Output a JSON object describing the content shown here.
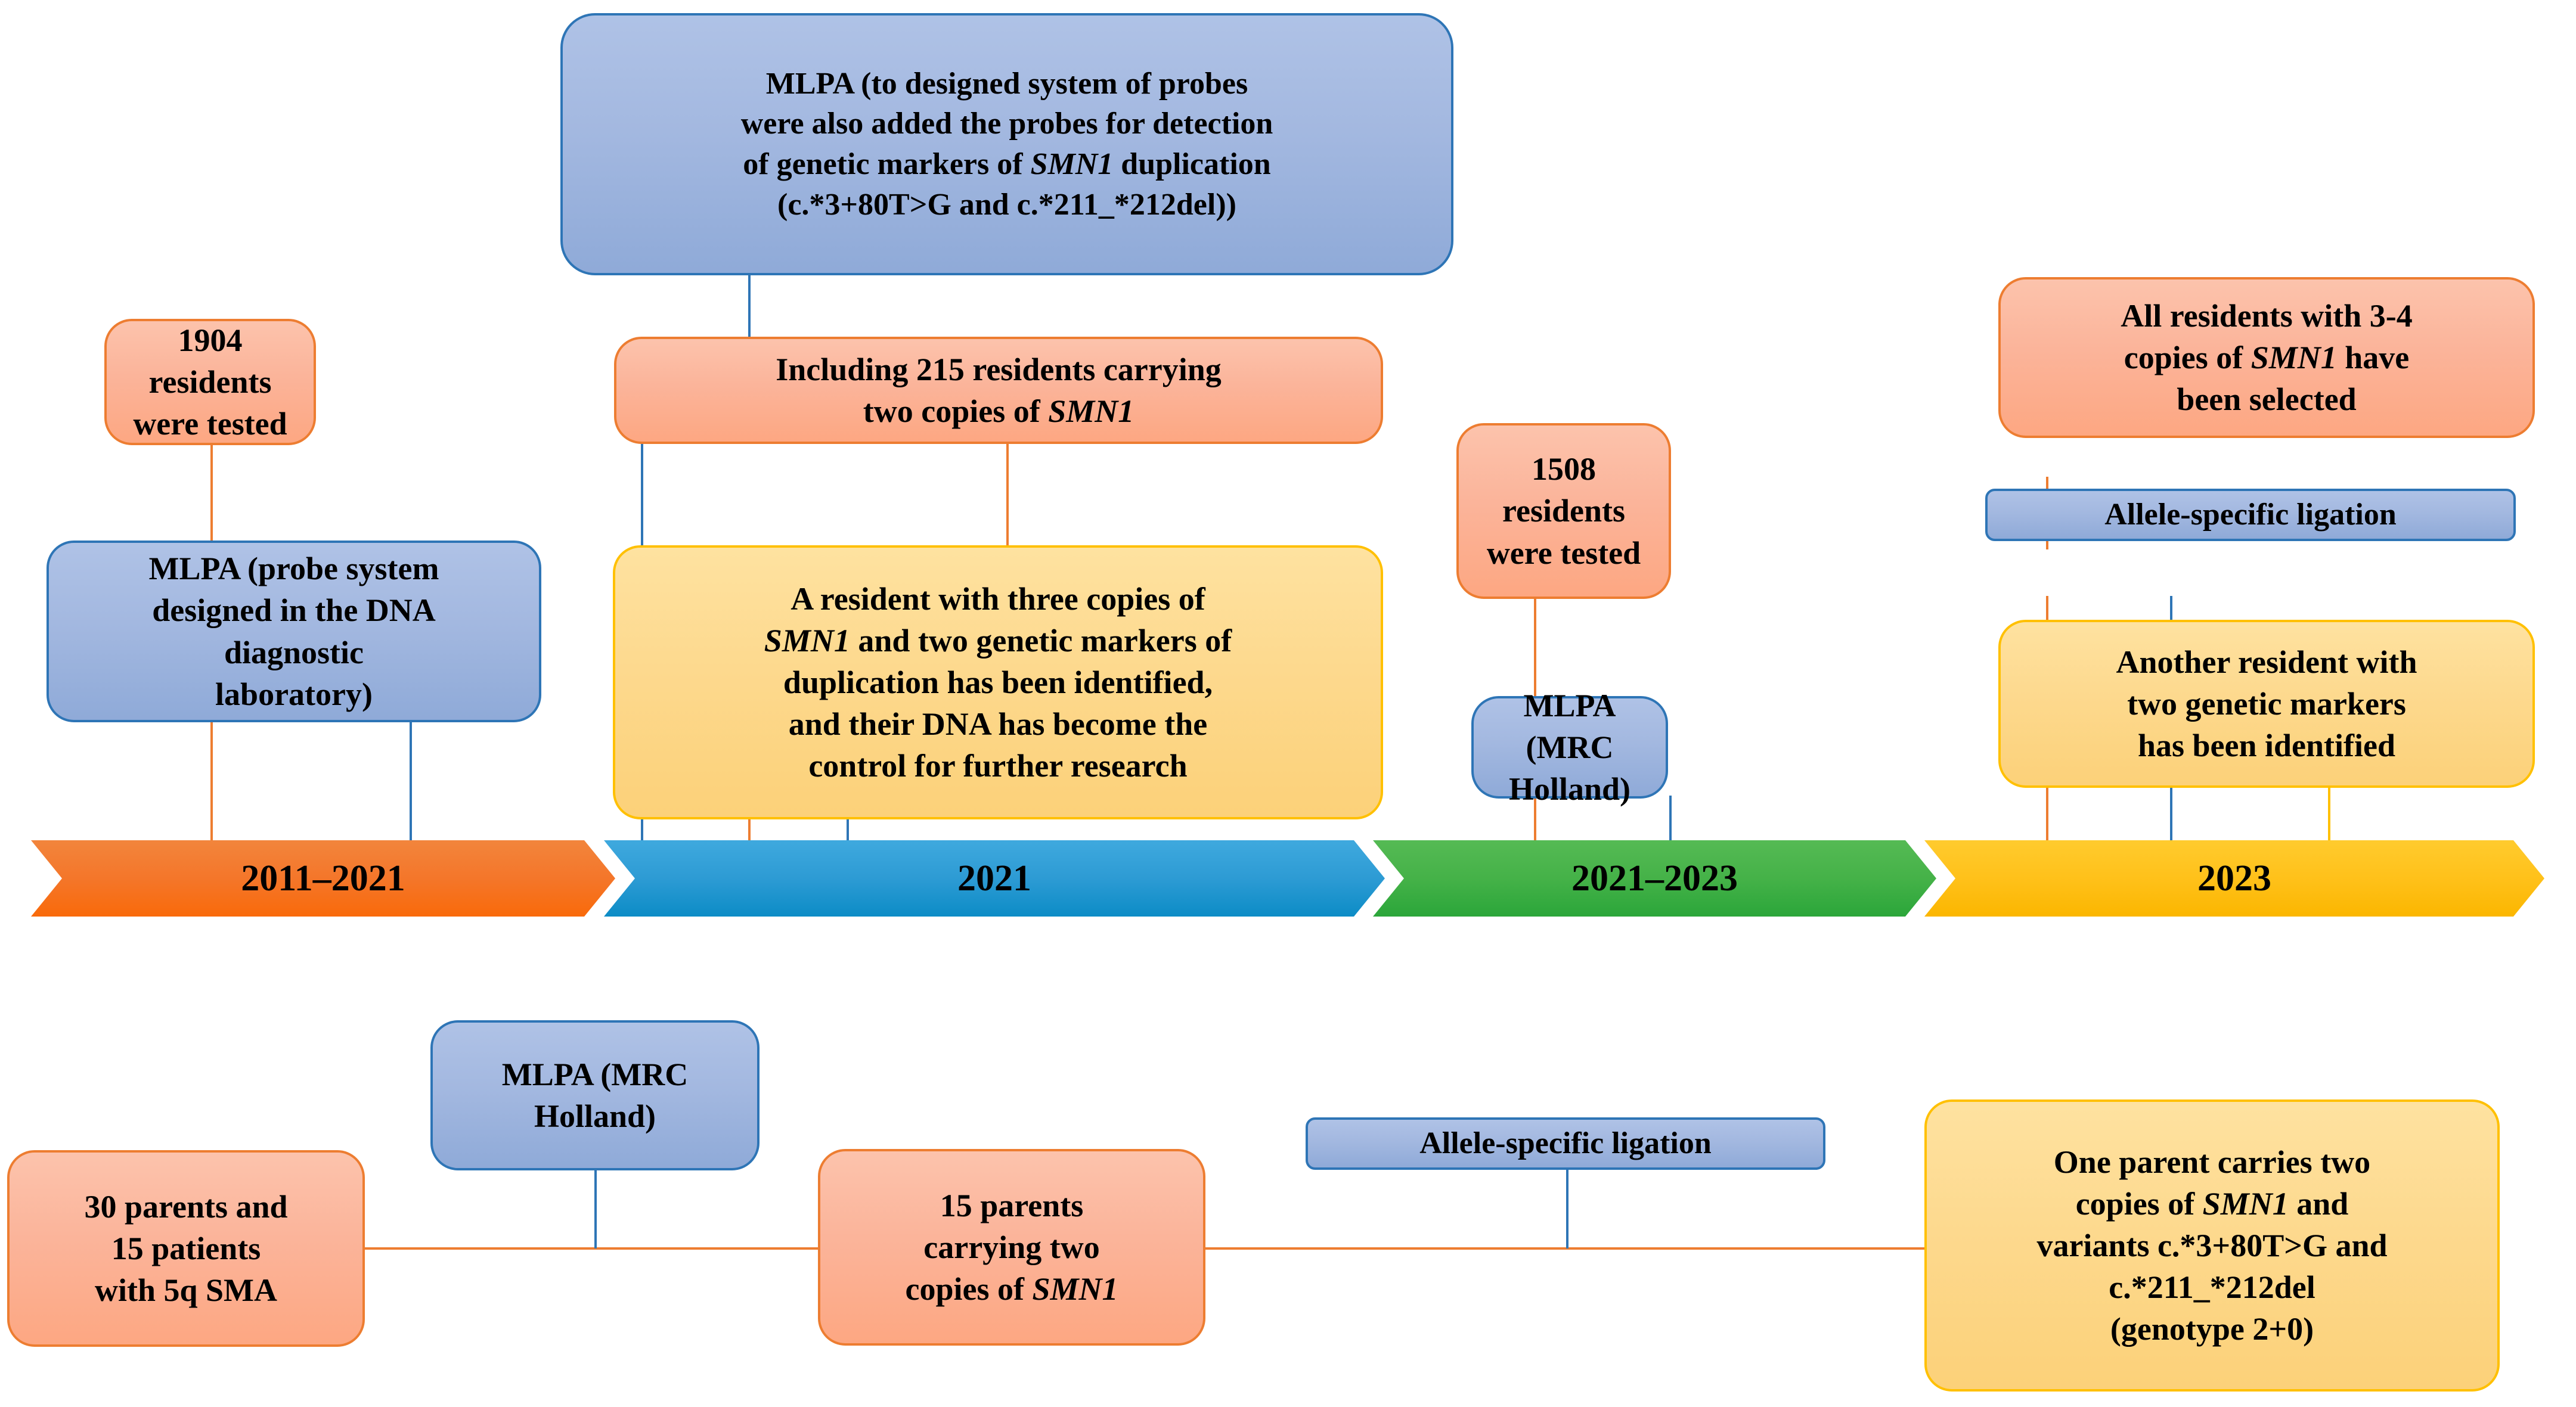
{
  "figure": {
    "type": "flowchart-timeline",
    "title": "SMN1 duplication screening workflow timeline"
  },
  "timeline": {
    "periods": [
      {
        "label": "2011–2021",
        "color": "#F4762A"
      },
      {
        "label": "2021",
        "color": "#2D9BD4"
      },
      {
        "label": "2021–2023",
        "color": "#45B248"
      },
      {
        "label": "2023",
        "color": "#FFC11A"
      }
    ]
  },
  "top_flow": {
    "nodes": [
      {
        "id": "residents-1904",
        "style": "orange",
        "lines": [
          "1904 residents",
          "were tested"
        ],
        "text": "1904 residents were tested"
      },
      {
        "id": "mlpa-probe-designed",
        "style": "blue",
        "lines": [
          "MLPA (probe system",
          "designed in the DNA",
          "diagnostic",
          "laboratory)"
        ],
        "text": "MLPA (probe system designed in the DNA diagnostic laboratory)"
      },
      {
        "id": "mlpa-designed-probes-added",
        "style": "blue",
        "lines": [
          "MLPA (to designed system of probes",
          "were also added the probes for detection",
          "of genetic markers of SMN1 duplication",
          "(c.*3+80T>G and c.*211_*212del))"
        ],
        "text": "MLPA (to designed system of probes were also added the probes for detection of genetic markers of SMN1 duplication (c.*3+80T>G and c.*211_*212del))"
      },
      {
        "id": "including-215-residents",
        "style": "orange",
        "lines": [
          "Including 215 residents carrying",
          "two copies of SMN1"
        ],
        "text": "Including 215 residents carrying two copies of SMN1"
      },
      {
        "id": "resident-three-copies",
        "style": "yellow",
        "lines": [
          "A resident with three copies of",
          "SMN1 and two genetic markers of",
          "duplication has been identified,",
          "and their DNA has become the",
          "control for further research"
        ],
        "text": "A resident with three copies of SMN1 and two genetic markers of duplication has been identified, and their DNA has become the control for further research"
      },
      {
        "id": "residents-1508",
        "style": "orange",
        "lines": [
          "1508 residents",
          "were tested"
        ],
        "text": "1508 residents were tested"
      },
      {
        "id": "mlpa-mrc-holland-top",
        "style": "blue",
        "lines": [
          "MLPA (MRC",
          "Holland)"
        ],
        "text": "MLPA (MRC Holland)"
      },
      {
        "id": "all-residents-3-4-copies",
        "style": "orange",
        "lines": [
          "All residents with 3-4",
          "copies of SMN1 have",
          "been selected"
        ],
        "text": "All residents with 3-4 copies of SMN1 have been selected"
      },
      {
        "id": "allele-specific-ligation-top",
        "style": "blue",
        "lines": [
          "Allele-specific ligation"
        ],
        "text": "Allele-specific ligation"
      },
      {
        "id": "another-resident-two-markers",
        "style": "yellow",
        "lines": [
          "Another resident with",
          "two genetic markers",
          "has been identified"
        ],
        "text": "Another resident with two genetic markers has been identified"
      }
    ]
  },
  "bottom_flow": {
    "nodes": [
      {
        "id": "30-parents-15-patients",
        "style": "orange",
        "lines": [
          "30 parents and",
          "15 patients",
          "with 5q SMA"
        ],
        "text": "30 parents and 15 patients with 5q SMA"
      },
      {
        "id": "mlpa-mrc-holland-bottom",
        "style": "blue",
        "lines": [
          "MLPA (MRC",
          "Holland)"
        ],
        "text": "MLPA (MRC Holland)"
      },
      {
        "id": "15-parents-two-copies",
        "style": "orange",
        "lines": [
          "15 parents",
          "carrying two",
          "copies of SMN1"
        ],
        "text": "15 parents carrying two copies of SMN1"
      },
      {
        "id": "allele-specific-ligation-bottom",
        "style": "blue",
        "lines": [
          "Allele-specific ligation"
        ],
        "text": "Allele-specific ligation"
      },
      {
        "id": "one-parent-genotype-2-0",
        "style": "yellow",
        "lines": [
          "One parent carries two",
          "copies of SMN1 and",
          "variants c.*3+80T>G and",
          "c.*211_*212del",
          "(genotype 2+0)"
        ],
        "text": "One parent carries two copies of SMN1 and variants c.*3+80T>G and c.*211_*212del (genotype 2+0)"
      }
    ]
  },
  "colors": {
    "orange_fill": "#FBB49A",
    "orange_border": "#ED7D31",
    "blue_fill": "#A3B8E0",
    "blue_border": "#2E75B6",
    "yellow_fill": "#FDD98E",
    "yellow_border": "#FFC000",
    "chevron_orange": "#F4762A",
    "chevron_blue": "#2D9BD4",
    "chevron_green": "#45B248",
    "chevron_yellow": "#FFC11A"
  }
}
